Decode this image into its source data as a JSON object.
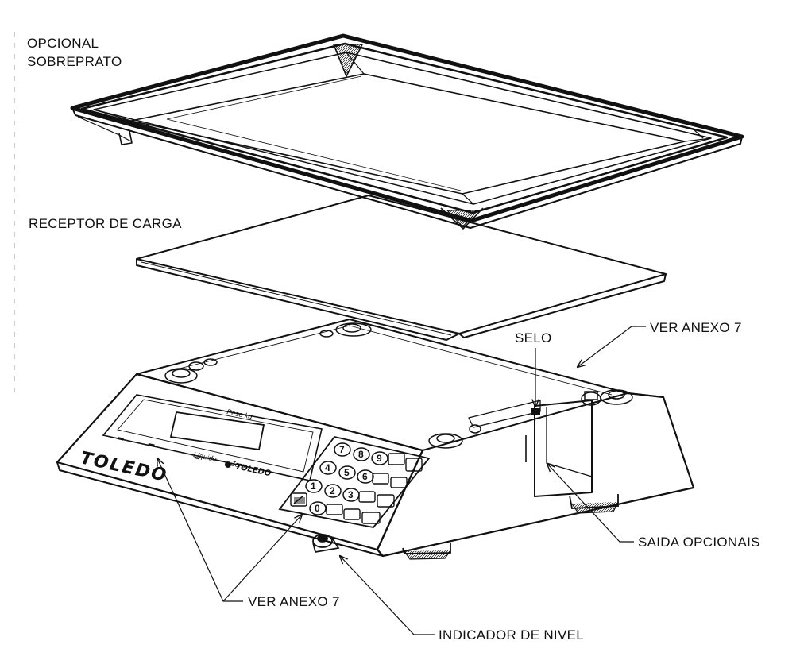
{
  "labels": {
    "opcional_line1": "OPCIONAL",
    "opcional_line2": "SOBREPRATO",
    "receptor": "RECEPTOR DE CARGA",
    "ver_anexo_top": "VER ANEXO 7",
    "selo": "SELO",
    "saida": "SAIDA OPCIONAIS",
    "ver_anexo_bottom": "VER ANEXO 7",
    "indicador": "INDICADOR DE NIVEL"
  },
  "display": {
    "header": "Peso kg",
    "liquido": "Líquido",
    "zero": "Zero"
  },
  "brand": {
    "panel_logo": "TOLEDO",
    "small_logo": "TOLEDO"
  },
  "keypad": {
    "digits": [
      "7",
      "8",
      "9",
      "4",
      "5",
      "6",
      "1",
      "2",
      "3",
      "0"
    ]
  },
  "colors": {
    "line": "#111111",
    "background": "#ffffff"
  }
}
